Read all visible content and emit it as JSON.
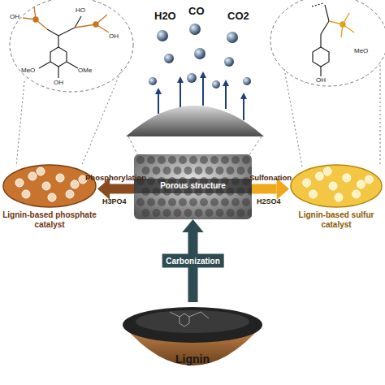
{
  "diagram": {
    "nodes": [
      {
        "text": [
          "Porous structure"
        ]
      },
      {
        "text": [
          "Lignin-based phosphate catalyst"
        ]
      },
      {
        "text": [
          "Lignin-based sulfur catalyst"
        ]
      },
      {
        "text": [
          "Lignin"
        ]
      }
    ],
    "edges": [
      {
        "from": 0,
        "to": 1,
        "label": "Phosphorylation",
        "arrow": "to"
      },
      {
        "from": 0,
        "to": 2,
        "label": "Sulfonation",
        "arrow": "to"
      },
      {
        "from": 3,
        "to": 0,
        "label": "Carbonization",
        "arrow": "to"
      }
    ],
    "labels": [
      "H2O",
      "CO",
      "CO2",
      "H3PO4",
      "H2SO4",
      "HO",
      "OH",
      "OH",
      "MeO",
      "OMe",
      "OH",
      "OH",
      "MeO"
    ]
  }
}
